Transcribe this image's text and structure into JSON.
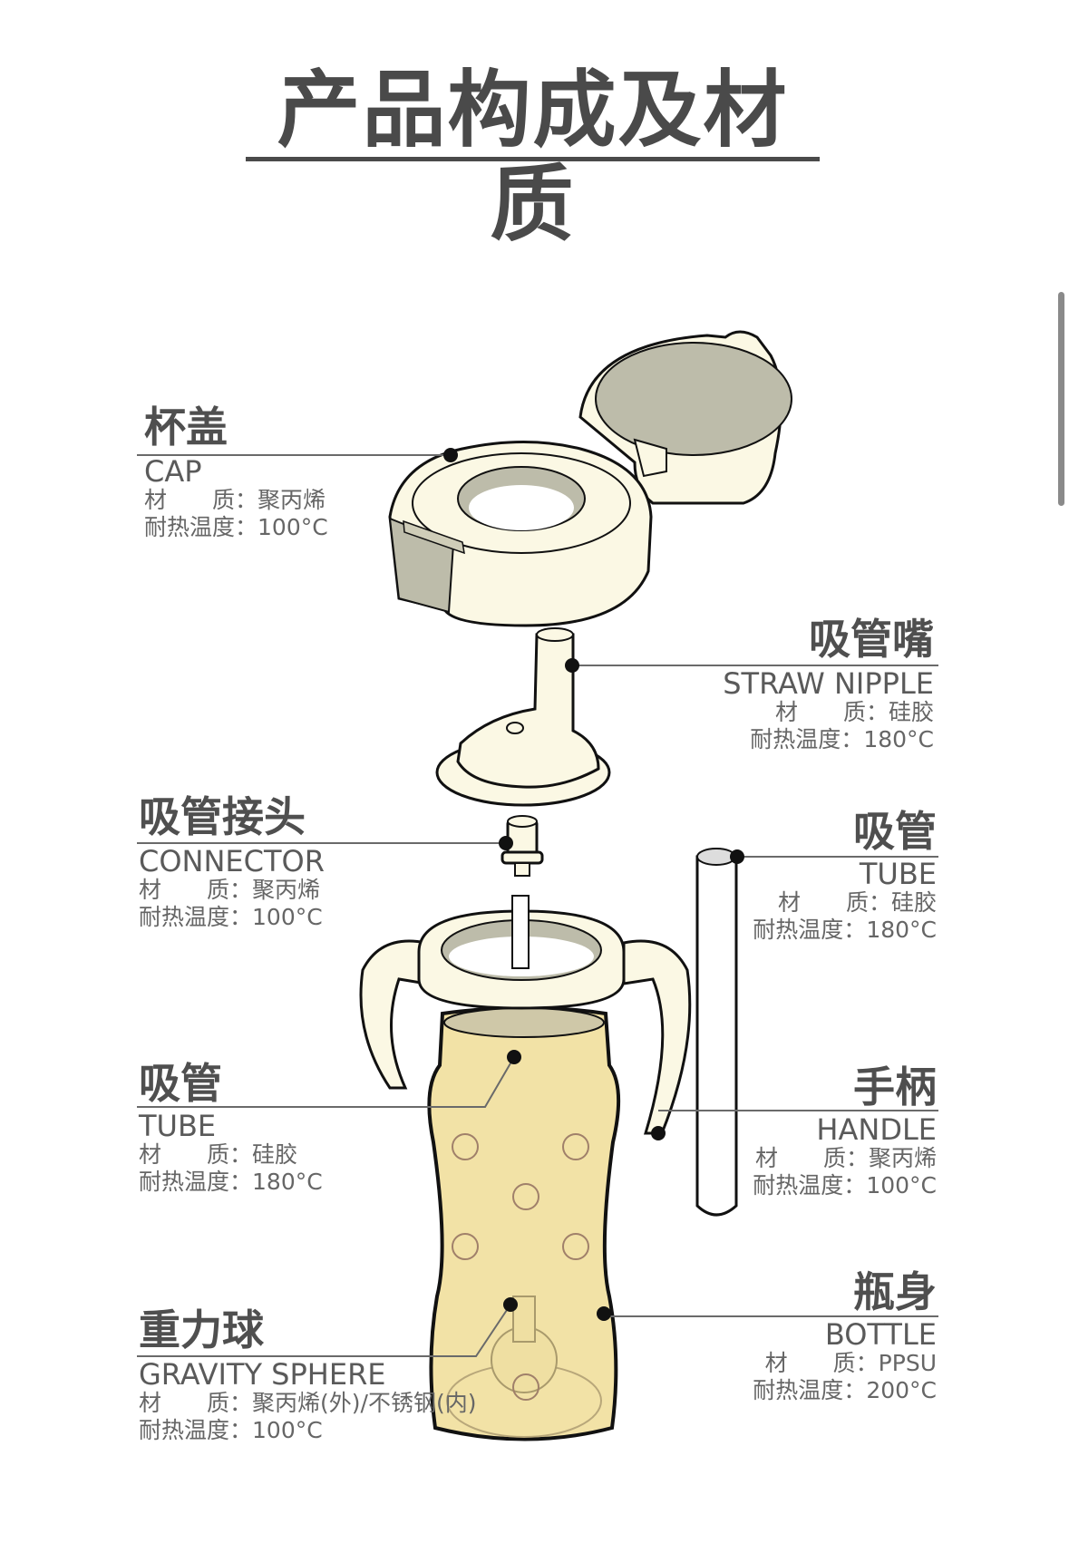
{
  "title": "产品构成及材质",
  "material_label": "材　　质：",
  "heat_label": "耐热温度：",
  "parts": {
    "cap": {
      "cn": "杯盖",
      "en": "CAP",
      "material": "聚丙烯",
      "heat": "100°C"
    },
    "nipple": {
      "cn": "吸管嘴",
      "en": "STRAW NIPPLE",
      "material": "硅胶",
      "heat": "180°C"
    },
    "connector": {
      "cn": "吸管接头",
      "en": "CONNECTOR",
      "material": "聚丙烯",
      "heat": "100°C"
    },
    "tube_right": {
      "cn": "吸管",
      "en": "TUBE",
      "material": "硅胶",
      "heat": "180°C"
    },
    "tube_left": {
      "cn": "吸管",
      "en": "TUBE",
      "material": "硅胶",
      "heat": "180°C"
    },
    "handle": {
      "cn": "手柄",
      "en": "HANDLE",
      "material": "聚丙烯",
      "heat": "100°C"
    },
    "bottle": {
      "cn": "瓶身",
      "en": "BOTTLE",
      "material": "PPSU",
      "heat": "200°C"
    },
    "sphere": {
      "cn": "重力球",
      "en": "GRAVITY SPHERE",
      "material": "聚丙烯(外)/不锈钢(内)",
      "heat": "100°C"
    }
  },
  "colors": {
    "cream": "#fbf8e4",
    "gray_inner": "#bdbcaa",
    "bottle": "#f2e2a6",
    "line": "#6a6a6a"
  }
}
